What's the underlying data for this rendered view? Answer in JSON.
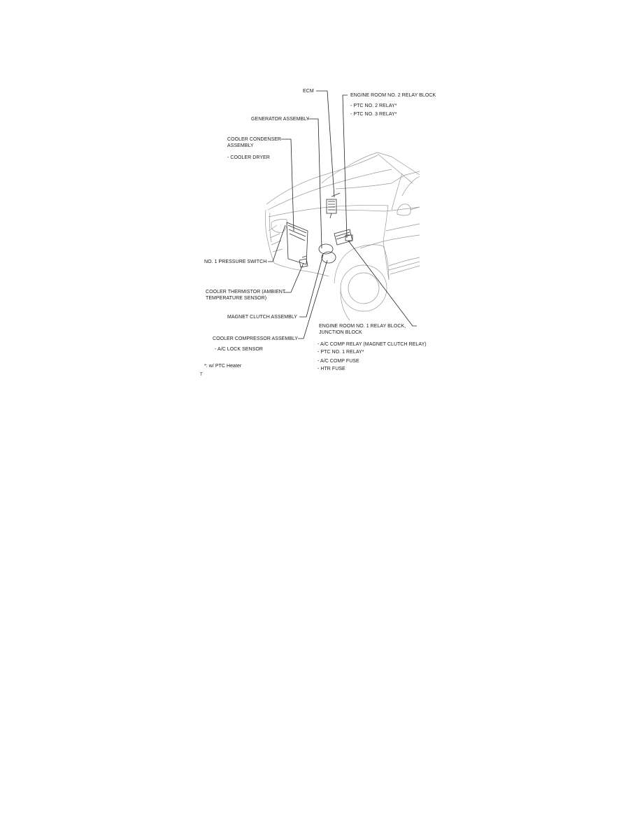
{
  "diagram": {
    "labels": {
      "ecm": "ECM",
      "engine_room_no2": "ENGINE ROOM NO. 2 RELAY BLOCK",
      "ptc_no2": "- PTC NO. 2 RELAY*",
      "ptc_no3": "- PTC NO. 3 RELAY*",
      "generator": "GENERATOR ASSEMBLY",
      "condenser_line1": "COOLER CONDENSER",
      "condenser_line2": "ASSEMBLY",
      "cooler_dryer": "- COOLER DRYER",
      "pressure_switch": "NO. 1 PRESSURE SWITCH",
      "thermistor_line1": "COOLER THERMISTOR (AMBIENT",
      "thermistor_line2": "TEMPERATURE SENSOR)",
      "magnet_clutch": "MAGNET CLUTCH ASSEMBLY",
      "compressor": "COOLER COMPRESSOR ASSEMBLY",
      "ac_lock_sensor": "- A/C LOCK SENSOR",
      "engine_room_no1_line1": "ENGINE ROOM NO. 1 RELAY BLOCK,",
      "engine_room_no1_line2": "JUNCTION BLOCK",
      "ac_comp_relay": "- A/C COMP RELAY (MAGNET CLUTCH RELAY)",
      "ptc_no1": "- PTC NO. 1 RELAY*",
      "ac_comp_fuse": "- A/C COMP FUSE",
      "htr_fuse": "- HTR FUSE",
      "footnote": "*: w/ PTC Heater",
      "figure_mark": "T"
    },
    "line_color": "#222222",
    "car_line_color": "#9a9a9a"
  }
}
